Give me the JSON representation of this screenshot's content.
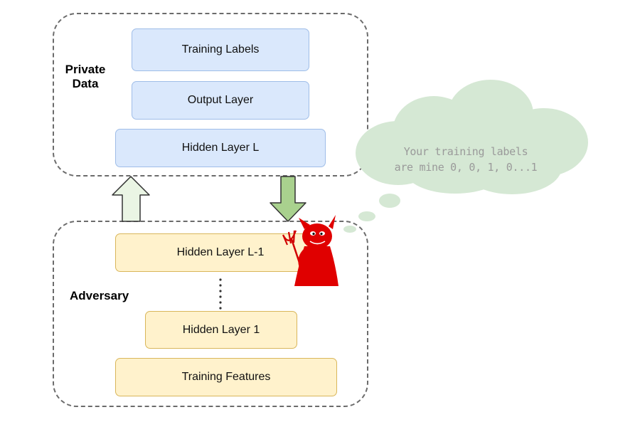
{
  "groups": {
    "private": {
      "label_line1": "Private",
      "label_line2": "Data"
    },
    "adversary": {
      "label": "Adversary"
    }
  },
  "layers": {
    "training_labels": "Training Labels",
    "output_layer": "Output Layer",
    "hidden_layer_l": "Hidden Layer L",
    "hidden_layer_l_minus_1": "Hidden Layer L-1",
    "hidden_layer_1": "Hidden Layer 1",
    "training_features": "Training Features"
  },
  "thought_bubble": {
    "line1": "Your training labels",
    "line2": "are mine 0, 0, 1, 0...1"
  },
  "colors": {
    "private_box_fill": "#dae8fc",
    "adversary_box_fill": "#fff2cc",
    "up_arrow_fill": "#eaf5e4",
    "down_arrow_fill": "#a9d18e",
    "cloud_fill": "#d5e8d4",
    "devil_red": "#e00000"
  },
  "icons": {
    "up_arrow": "up-arrow-icon",
    "down_arrow": "down-arrow-icon",
    "devil": "devil-icon",
    "thought_cloud": "thought-cloud-icon"
  }
}
